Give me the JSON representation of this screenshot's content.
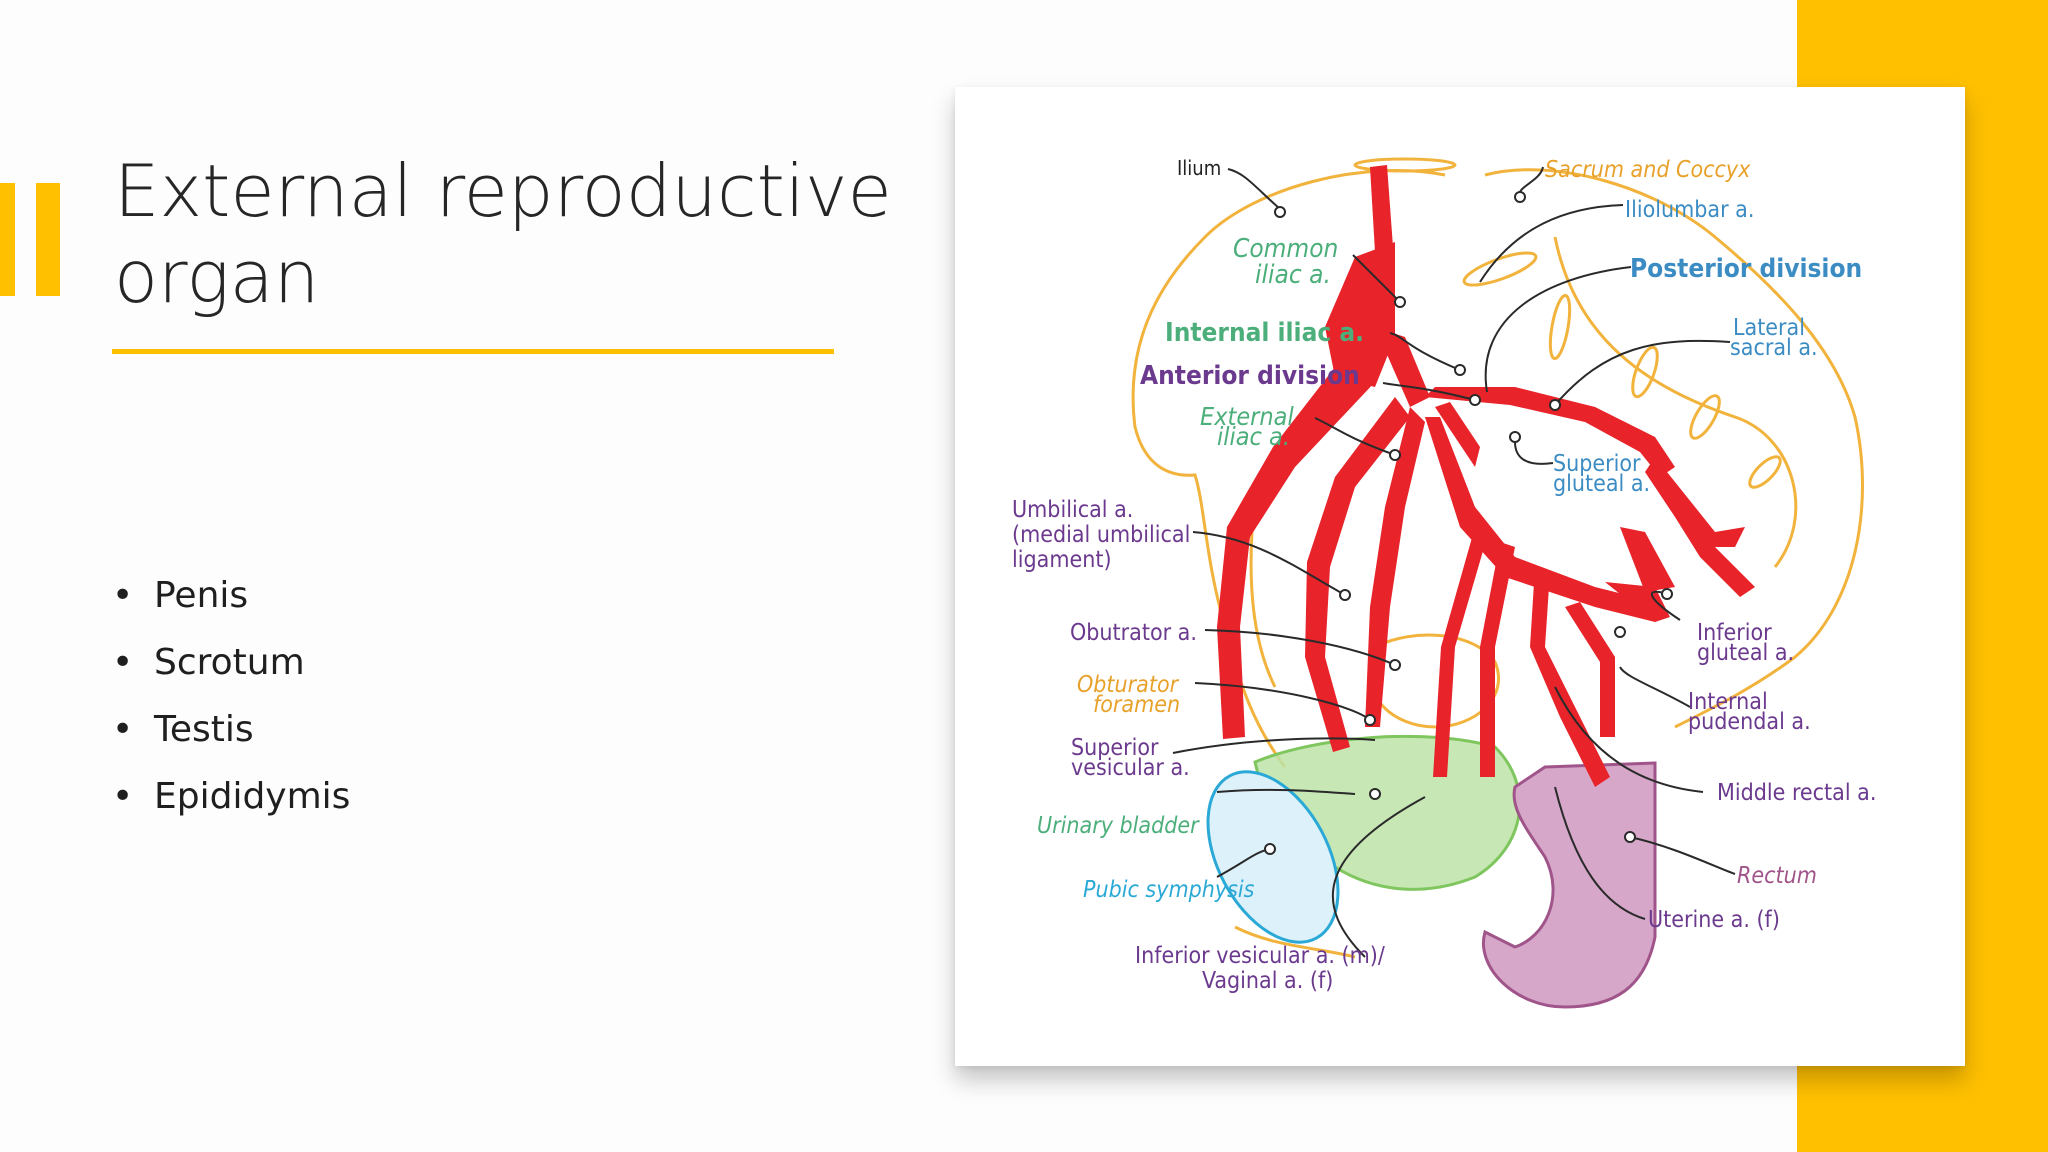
{
  "slide": {
    "title_line1": "External reproductive",
    "title_line2": "organ",
    "bullets": [
      "Penis",
      "Scrotum",
      "Testis",
      "Epididymis"
    ]
  },
  "colors": {
    "accent": "#FFC000",
    "artery": "#E8232A",
    "bone": "#F2B33D",
    "bladder": "#9ED47F",
    "pubic": "#2BA9D6",
    "rectum": "#C98FB5",
    "label_purple": "#6B3A8E",
    "label_blue": "#3C8CC4",
    "label_green": "#4CAE7A",
    "label_orange": "#E8A12A"
  },
  "diagram": {
    "labels": {
      "ilium": "Ilium",
      "sacrum": "Sacrum and Coccyx",
      "iliolumbar": "Iliolumbar a.",
      "posterior_division": "Posterior division",
      "lateral_sacral_1": "Lateral",
      "lateral_sacral_2": "sacral a.",
      "common_iliac_1": "Common",
      "common_iliac_2": "iliac a.",
      "internal_iliac": "Internal iliac a.",
      "anterior_division": "Anterior division",
      "external_iliac_1": "External",
      "external_iliac_2": "iliac a.",
      "superior_gluteal_1": "Superior",
      "superior_gluteal_2": "gluteal a.",
      "umbilical_1": "Umbilical a.",
      "umbilical_2": "(medial umbilical",
      "umbilical_3": "ligament)",
      "obturator_a": "Obutrator a.",
      "inferior_gluteal_1": "Inferior",
      "inferior_gluteal_2": "gluteal a.",
      "obturator_foramen_1": "Obturator",
      "obturator_foramen_2": "foramen",
      "internal_pudendal_1": "Internal",
      "internal_pudendal_2": "pudendal a.",
      "superior_vesicular_1": "Superior",
      "superior_vesicular_2": "vesicular a.",
      "middle_rectal": "Middle rectal a.",
      "urinary_bladder": "Urinary bladder",
      "rectum": "Rectum",
      "pubic_symphysis": "Pubic symphysis",
      "uterine": "Uterine a. (f)",
      "inferior_vesicular_1": "Inferior vesicular a. (m)/",
      "inferior_vesicular_2": "Vaginal a. (f)"
    }
  }
}
